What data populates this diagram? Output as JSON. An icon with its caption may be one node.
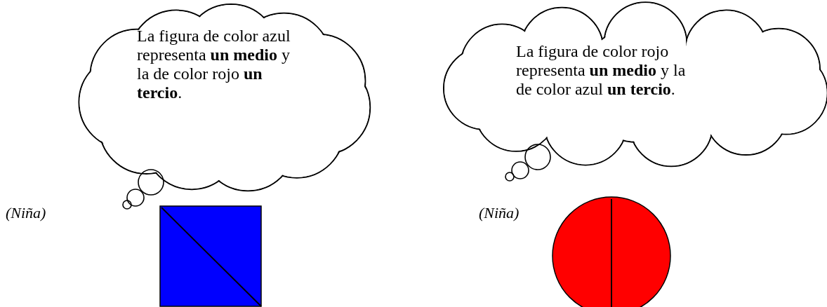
{
  "diagram": {
    "nodes": [
      {
        "text": [
          "La figura de color azul representa **un medio** y la de color rojo **un tercio**."
        ]
      },
      {
        "text": [
          "La figura de color rojo representa **un medio** y la de color azul **un tercio**."
        ]
      },
      {
        "text": [],
        "shape": "box"
      },
      {
        "text": [],
        "shape": "circle"
      }
    ],
    "labels": [
      "(Niña)",
      "(Niña)"
    ]
  }
}
